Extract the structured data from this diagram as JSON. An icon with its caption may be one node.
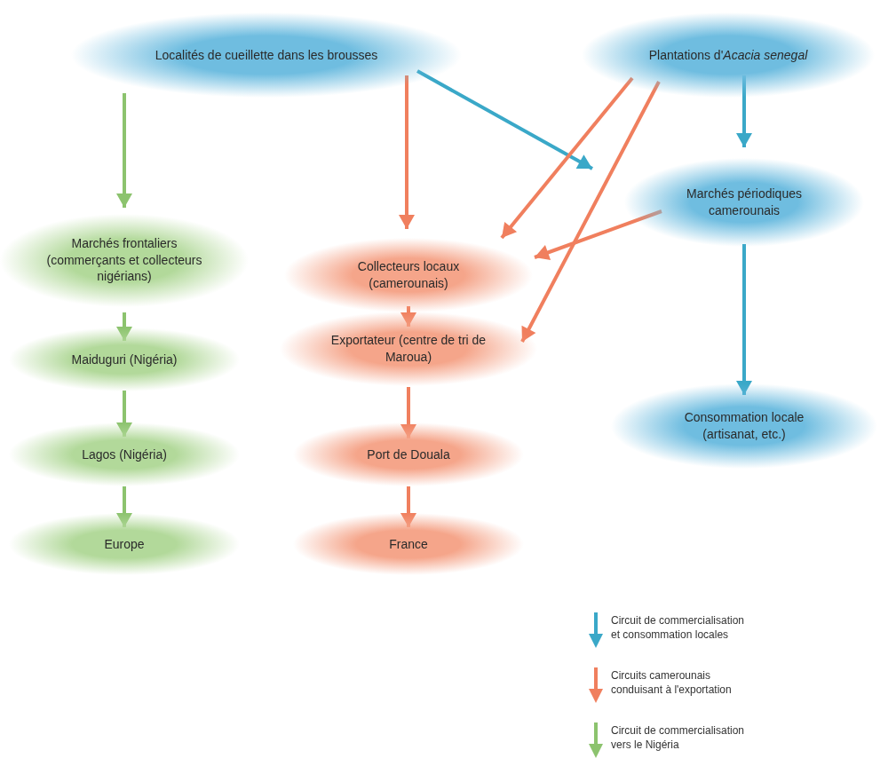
{
  "diagram": {
    "nodes": [
      {
        "text": [
          "Localités de cueillette dans les brousses"
        ]
      },
      {
        "text": [
          "Plantations d'*Acacia senegal*"
        ]
      },
      {
        "text": [
          "Marchés périodiques camerounais"
        ]
      },
      {
        "text": [
          "Marchés frontaliers (commerçants et collecteurs nigérians)"
        ]
      },
      {
        "text": [
          "Collecteurs locaux (camerounais)"
        ]
      },
      {
        "text": [
          "Maiduguri (Nigéria)"
        ]
      },
      {
        "text": [
          "Exportateur (centre de tri de Maroua)"
        ]
      },
      {
        "text": [
          "Consommation locale (artisanat, etc.)"
        ]
      },
      {
        "text": [
          "Lagos (Nigéria)"
        ]
      },
      {
        "text": [
          "Port de Douala"
        ]
      },
      {
        "text": [
          "Europe"
        ]
      },
      {
        "text": [
          "France"
        ]
      }
    ],
    "edges": [
      {
        "from": 0,
        "to": 3,
        "arrow": "to",
        "color": "#8cc36e"
      },
      {
        "from": 0,
        "to": 4,
        "arrow": "to"
      },
      {
        "from": 0,
        "to": 2,
        "arrow": "to",
        "color": "#3aa8c8"
      },
      {
        "from": 1,
        "to": 2,
        "arrow": "to",
        "color": "#3aa8c8"
      },
      {
        "from": 1,
        "to": 4,
        "arrow": "to"
      },
      {
        "from": 1,
        "to": 6,
        "arrow": "to"
      },
      {
        "from": 2,
        "to": 4,
        "arrow": "to"
      },
      {
        "from": 2,
        "to": 7,
        "arrow": "to",
        "color": "#3aa8c8"
      },
      {
        "from": 3,
        "to": 5,
        "arrow": "to",
        "color": "#8cc36e"
      },
      {
        "from": 4,
        "to": 6,
        "arrow": "to"
      },
      {
        "from": 5,
        "to": 8,
        "arrow": "to",
        "color": "#8cc36e"
      },
      {
        "from": 6,
        "to": 9,
        "arrow": "to"
      },
      {
        "from": 8,
        "to": 10,
        "arrow": "to",
        "color": "#8cc36e"
      },
      {
        "from": 9,
        "to": 11,
        "arrow": "to"
      }
    ],
    "legend": [
      {
        "text": "Circuit de commercialisation et consommation locales",
        "color": "#3aa8c8"
      },
      {
        "text": "Circuits camerounais conduisant à l'exportation",
        "color": "#f07f5e"
      },
      {
        "text": "Circuit de commercialisation vers le Nigéria",
        "color": "#8cc36e"
      }
    ]
  }
}
